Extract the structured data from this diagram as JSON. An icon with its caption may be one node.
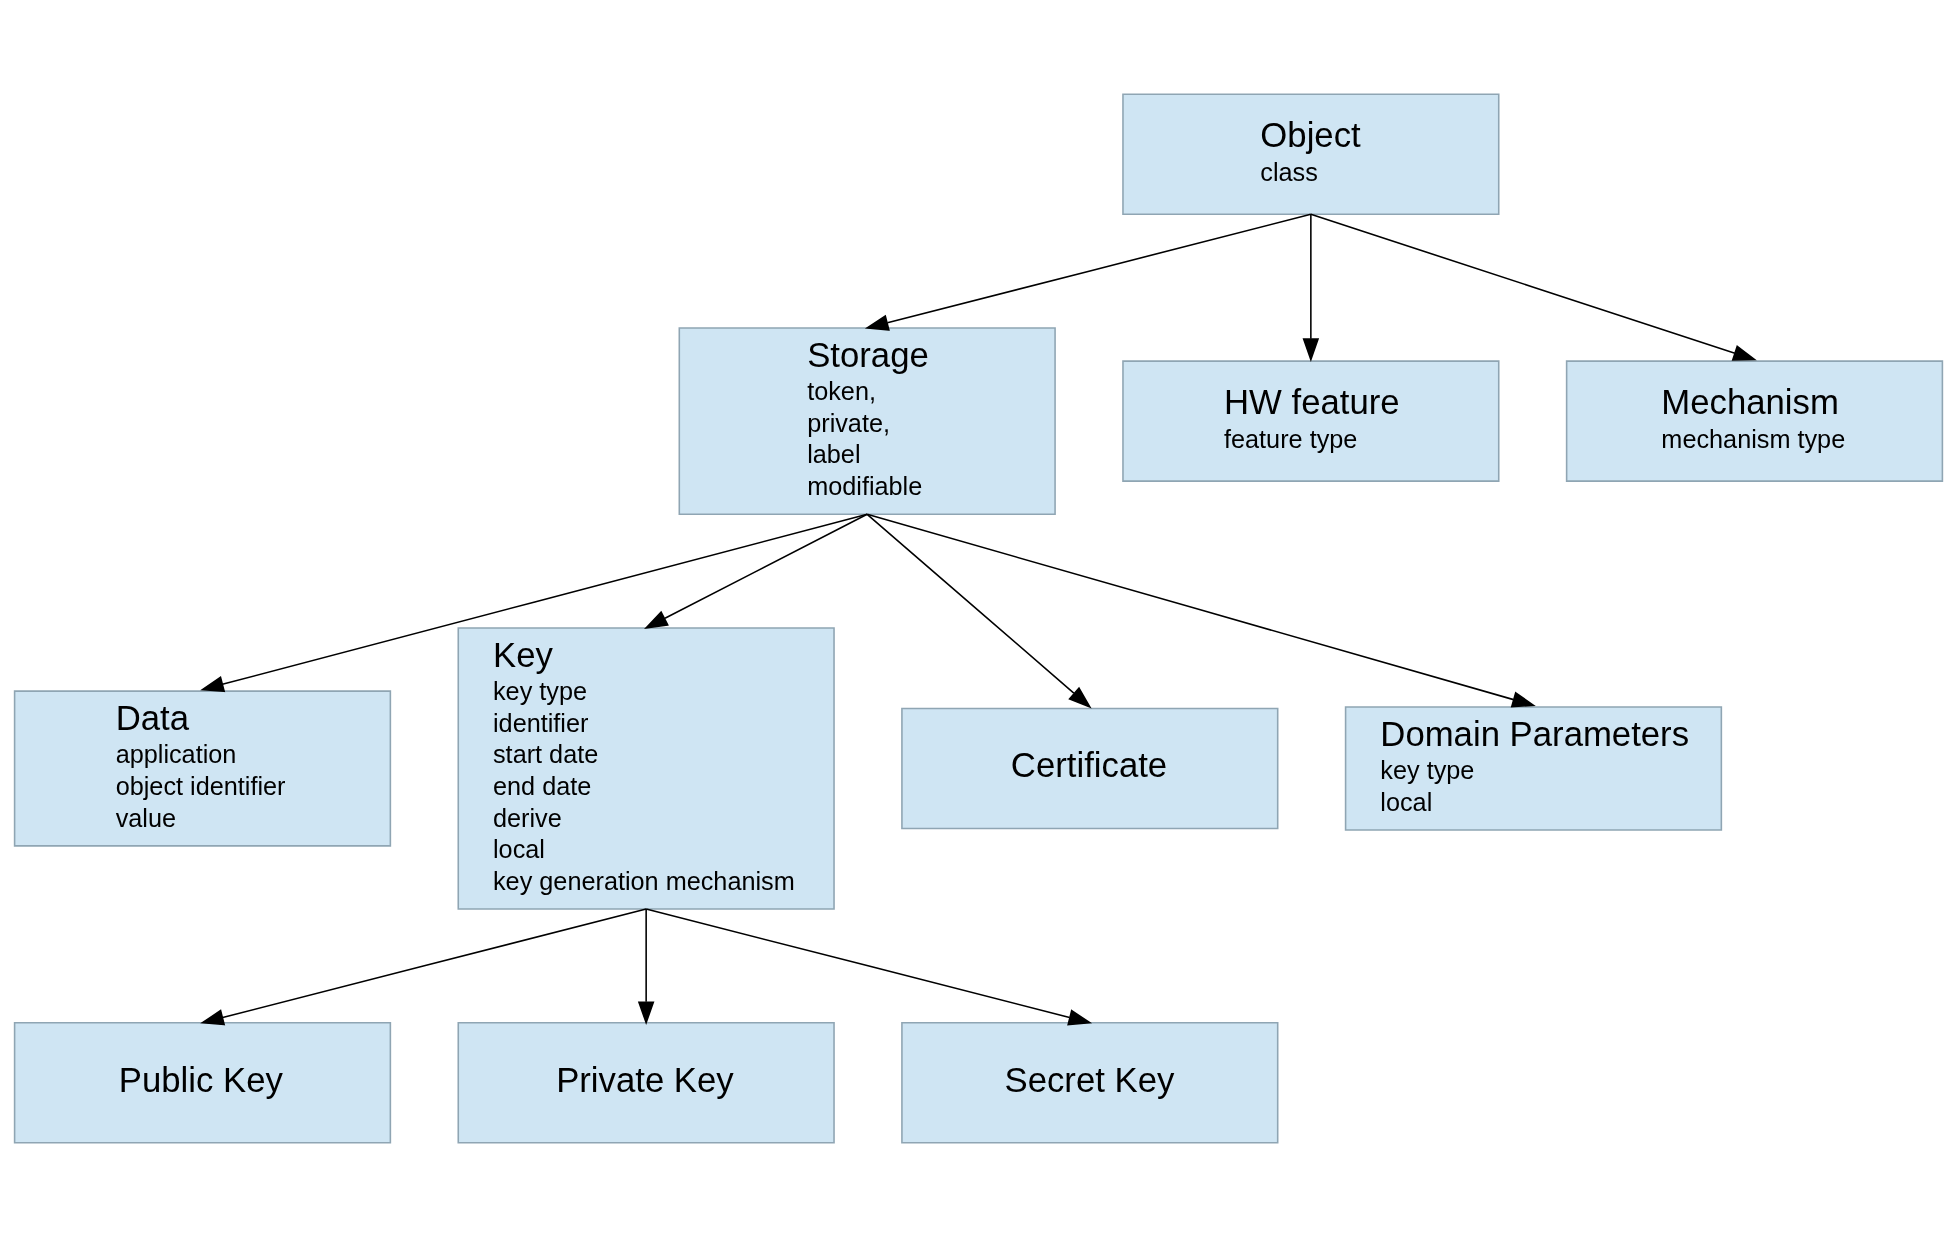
{
  "diagram": {
    "nodes": [
      {
        "text": [
          "Object",
          "class"
        ]
      },
      {
        "text": [
          "Storage",
          "token,",
          "private,",
          "label",
          "modifiable"
        ]
      },
      {
        "text": [
          "HW feature",
          "feature type"
        ]
      },
      {
        "text": [
          "Mechanism",
          "mechanism type"
        ]
      },
      {
        "text": [
          "Data",
          "application",
          "object identifier",
          "value"
        ]
      },
      {
        "text": [
          "Key",
          "key type",
          "identifier",
          "start date",
          "end date",
          "derive",
          "local",
          "key generation mechanism"
        ]
      },
      {
        "text": [
          "Certificate"
        ]
      },
      {
        "text": [
          "Domain Parameters",
          "key type",
          "local"
        ]
      },
      {
        "text": [
          "Public Key"
        ]
      },
      {
        "text": [
          "Private Key"
        ]
      },
      {
        "text": [
          "Secret Key"
        ]
      }
    ],
    "edges": [
      {
        "from": 0,
        "to": 1,
        "arrow": "to"
      },
      {
        "from": 0,
        "to": 2,
        "arrow": "to"
      },
      {
        "from": 0,
        "to": 3,
        "arrow": "to"
      },
      {
        "from": 1,
        "to": 4,
        "arrow": "to"
      },
      {
        "from": 1,
        "to": 5,
        "arrow": "to"
      },
      {
        "from": 1,
        "to": 6,
        "arrow": "to"
      },
      {
        "from": 1,
        "to": 7,
        "arrow": "to"
      },
      {
        "from": 5,
        "to": 8,
        "arrow": "to"
      },
      {
        "from": 5,
        "to": 9,
        "arrow": "to"
      },
      {
        "from": 5,
        "to": 10,
        "arrow": "to"
      }
    ]
  }
}
